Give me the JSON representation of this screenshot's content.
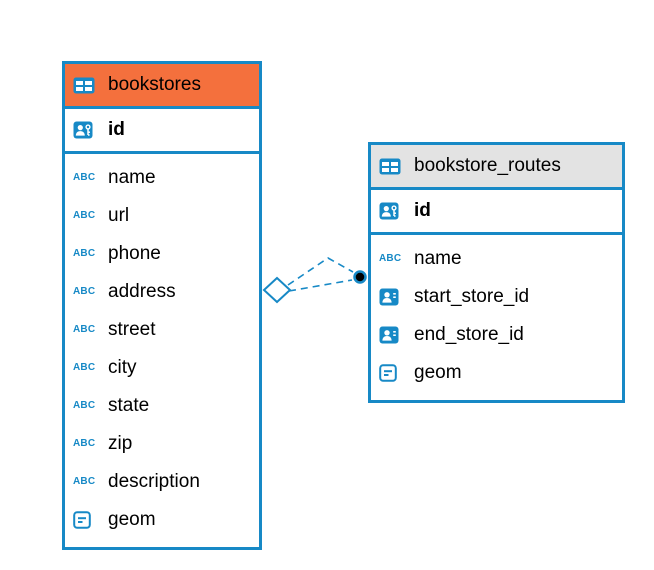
{
  "diagram": {
    "type_badge_text": "ABC",
    "colors": {
      "table_border": "#1789c6",
      "bookstores_header": "#f4703d",
      "routes_header": "#e3e3e3",
      "icon_blue": "#1789c6"
    },
    "tables": [
      {
        "name": "bookstores",
        "primary_key": "id",
        "columns": [
          {
            "label": "name",
            "type": "text"
          },
          {
            "label": "url",
            "type": "text"
          },
          {
            "label": "phone",
            "type": "text"
          },
          {
            "label": "address",
            "type": "text"
          },
          {
            "label": "street",
            "type": "text"
          },
          {
            "label": "city",
            "type": "text"
          },
          {
            "label": "state",
            "type": "text"
          },
          {
            "label": "zip",
            "type": "text"
          },
          {
            "label": "description",
            "type": "text"
          },
          {
            "label": "geom",
            "type": "geometry"
          }
        ]
      },
      {
        "name": "bookstore_routes",
        "primary_key": "id",
        "columns": [
          {
            "label": "name",
            "type": "text"
          },
          {
            "label": "start_store_id",
            "type": "reference"
          },
          {
            "label": "end_store_id",
            "type": "reference"
          },
          {
            "label": "geom",
            "type": "geometry"
          }
        ]
      }
    ],
    "relationship": {
      "from_table": "bookstores",
      "to_table": "bookstore_routes",
      "style": "dashed"
    }
  }
}
